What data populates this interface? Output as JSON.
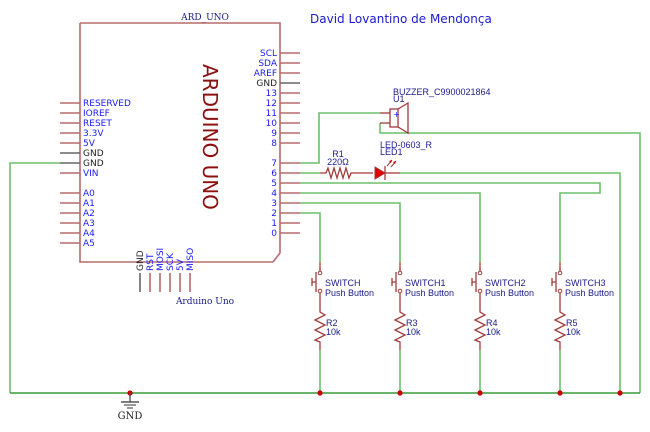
{
  "author": "David Lovantino de Mendonça",
  "arduino": {
    "ref": "ARD_UNO",
    "body_label": "ARDUINO UNO",
    "footer_label": "Arduino Uno",
    "left_pins": [
      "RESERVED",
      "IOREF",
      "RESET",
      "3.3V",
      "5V",
      "GND",
      "GND",
      "VIN",
      "A0",
      "A1",
      "A2",
      "A3",
      "A4",
      "A5"
    ],
    "right_pins_top": [
      "SCL",
      "SDA",
      "AREF",
      "GND",
      "13",
      "12",
      "11",
      "10",
      "9",
      "8"
    ],
    "right_pins_bottom": [
      "7",
      "6",
      "5",
      "4",
      "3",
      "2",
      "1",
      "0"
    ],
    "bottom_pins": [
      "GND",
      "RST",
      "MOSI",
      "SCK",
      "5V",
      "MISO"
    ]
  },
  "buzzer": {
    "part": "BUZZER_C9900021864",
    "ref": "U1",
    "polarity": "+"
  },
  "led": {
    "part": "LED-0603_R",
    "ref": "LED1"
  },
  "r1": {
    "ref": "R1",
    "value": "220Ω"
  },
  "switches": [
    {
      "name": "SWITCH",
      "type": "Push Button",
      "resistor": "R2",
      "value": "10k"
    },
    {
      "name": "SWITCH1",
      "type": "Push Button",
      "resistor": "R3",
      "value": "10k"
    },
    {
      "name": "SWITCH2",
      "type": "Push Button",
      "resistor": "R4",
      "value": "10k"
    },
    {
      "name": "SWITCH3",
      "type": "Push Button",
      "resistor": "R5",
      "value": "10k"
    }
  ],
  "ground": {
    "label": "GND"
  }
}
